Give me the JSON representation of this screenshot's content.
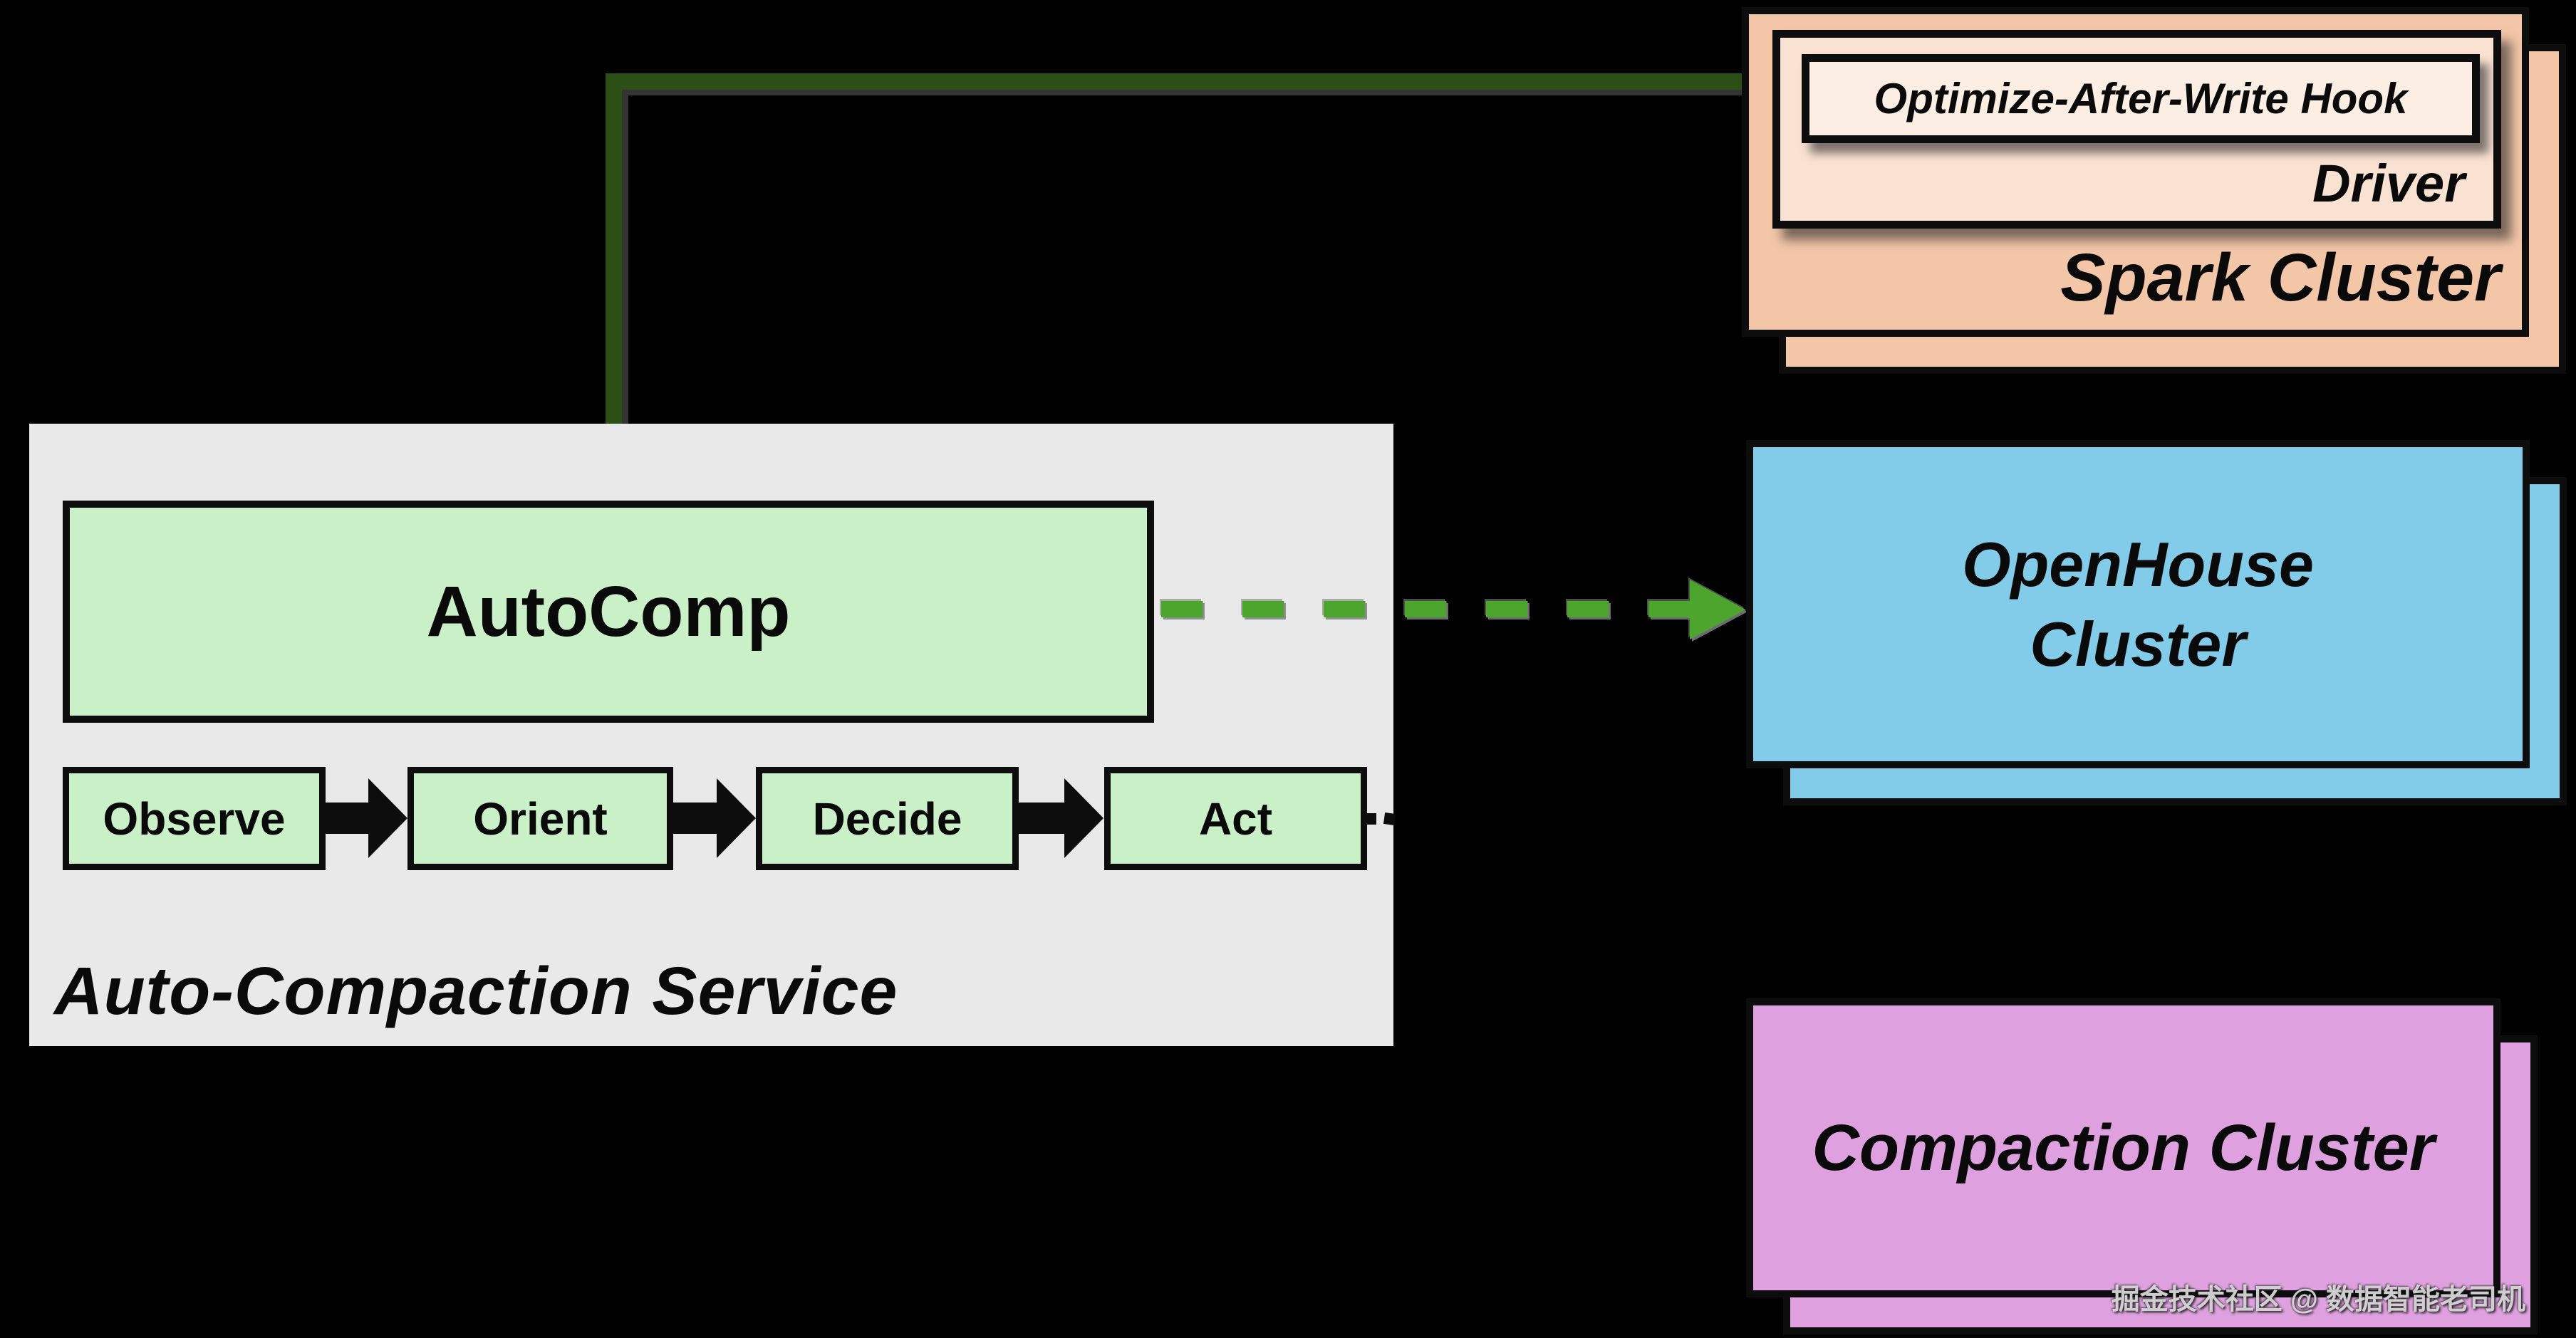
{
  "service": {
    "label": "Auto-Compaction Service",
    "component": "AutoComp",
    "loop_steps": [
      "Observe",
      "Orient",
      "Decide",
      "Act"
    ]
  },
  "spark": {
    "label": "Spark Cluster",
    "driver_label": "Driver",
    "hook_label": "Optimize-After-Write Hook"
  },
  "openhouse": {
    "label_line1": "OpenHouse",
    "label_line2": "Cluster"
  },
  "compaction": {
    "label": "Compaction Cluster"
  },
  "watermark": "掘金技术社区 @ 数据智能老司机",
  "colors": {
    "background": "#000000",
    "service_box": "#E9E9E9",
    "component_green": "#C9F0C7",
    "spark_peach": "#F3C6A7",
    "driver_peach": "#FAE2D2",
    "hook_cream": "#FCEEE3",
    "openhouse_blue": "#82CBE9",
    "compaction_pink": "#DEA0DE",
    "arrow_dark_green": "#2B4F14",
    "arrow_bright_green": "#4CA62E",
    "loop_arrow_black": "#0d0d0d"
  }
}
